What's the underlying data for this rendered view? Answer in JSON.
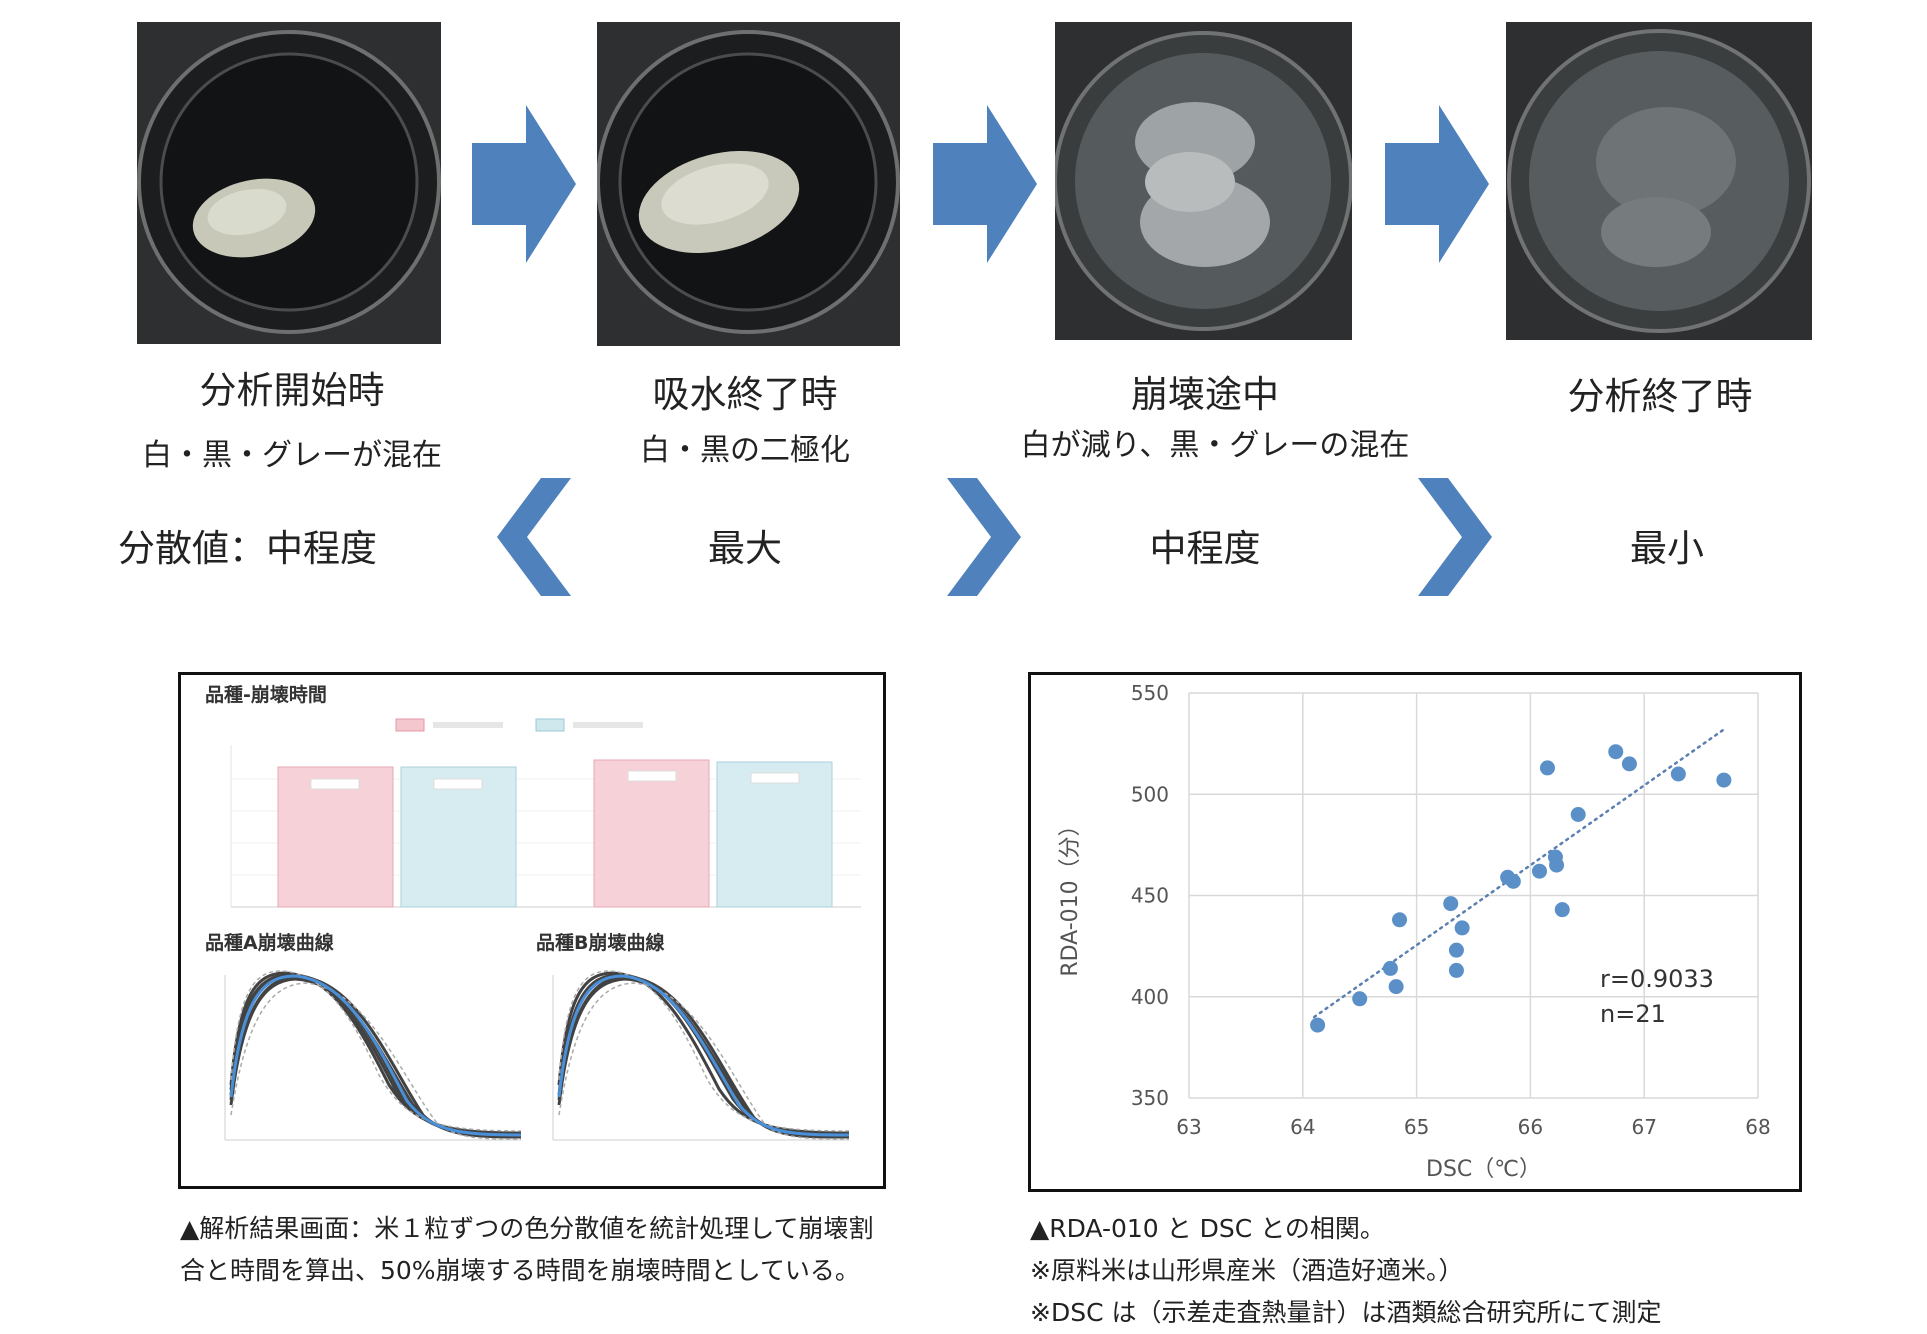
{
  "stages": [
    {
      "title": "分析開始時",
      "desc": "白・黒・グレーが混在"
    },
    {
      "title": "吸水終了時",
      "desc": "白・黒の二極化"
    },
    {
      "title": "崩壊途中",
      "desc": "白が減り、黒・グレーの混在"
    },
    {
      "title": "分析終了時",
      "desc": ""
    }
  ],
  "variance": {
    "label": "分散値：中程度",
    "values": [
      "最大",
      "中程度",
      "最小"
    ]
  },
  "left_panel": {
    "title": "品種-崩壊時間",
    "curve_a_title": "品種A崩壊曲線",
    "curve_b_title": "品種B崩壊曲線",
    "caption_line1": "▲解析結果画面：米１粒ずつの色分散値を統計処理して崩壊割",
    "caption_line2": "合と時間を算出、50%崩壊する時間を崩壊時間としている。"
  },
  "right_panel": {
    "caption_line1": "▲RDA-010 と DSC との相関。",
    "caption_line2": "※原料米は山形県産米（酒造好適米。）",
    "caption_line3": "※DSC は（示差走査熱量計）は酒類総合研究所にて測定"
  },
  "colors": {
    "arrow": "#4f81bd",
    "point": "#5b8fc7",
    "pink": "#f4c7cf",
    "cyan": "#cfe8ee"
  },
  "chart_data": {
    "type": "scatter",
    "xlabel": "DSC（℃）",
    "ylabel": "RDA-010（分）",
    "xlim": [
      63,
      68
    ],
    "ylim": [
      350,
      550
    ],
    "xticks": [
      63,
      64,
      65,
      66,
      67,
      68
    ],
    "yticks": [
      350,
      400,
      450,
      500,
      550
    ],
    "grid": true,
    "annotations": [
      "r=0.9033",
      "n=21"
    ],
    "trendline": {
      "x": [
        64.1,
        67.7
      ],
      "y": [
        390,
        532
      ]
    },
    "points": [
      {
        "x": 64.13,
        "y": 386
      },
      {
        "x": 64.5,
        "y": 399
      },
      {
        "x": 64.77,
        "y": 414
      },
      {
        "x": 64.82,
        "y": 405
      },
      {
        "x": 64.85,
        "y": 438
      },
      {
        "x": 65.3,
        "y": 446
      },
      {
        "x": 65.35,
        "y": 423
      },
      {
        "x": 65.35,
        "y": 413
      },
      {
        "x": 65.4,
        "y": 434
      },
      {
        "x": 65.8,
        "y": 459
      },
      {
        "x": 65.85,
        "y": 457
      },
      {
        "x": 66.08,
        "y": 462
      },
      {
        "x": 66.15,
        "y": 513
      },
      {
        "x": 66.22,
        "y": 469
      },
      {
        "x": 66.23,
        "y": 465
      },
      {
        "x": 66.28,
        "y": 443
      },
      {
        "x": 66.42,
        "y": 490
      },
      {
        "x": 66.75,
        "y": 521
      },
      {
        "x": 66.87,
        "y": 515
      },
      {
        "x": 67.3,
        "y": 510
      },
      {
        "x": 67.7,
        "y": 507
      }
    ]
  }
}
